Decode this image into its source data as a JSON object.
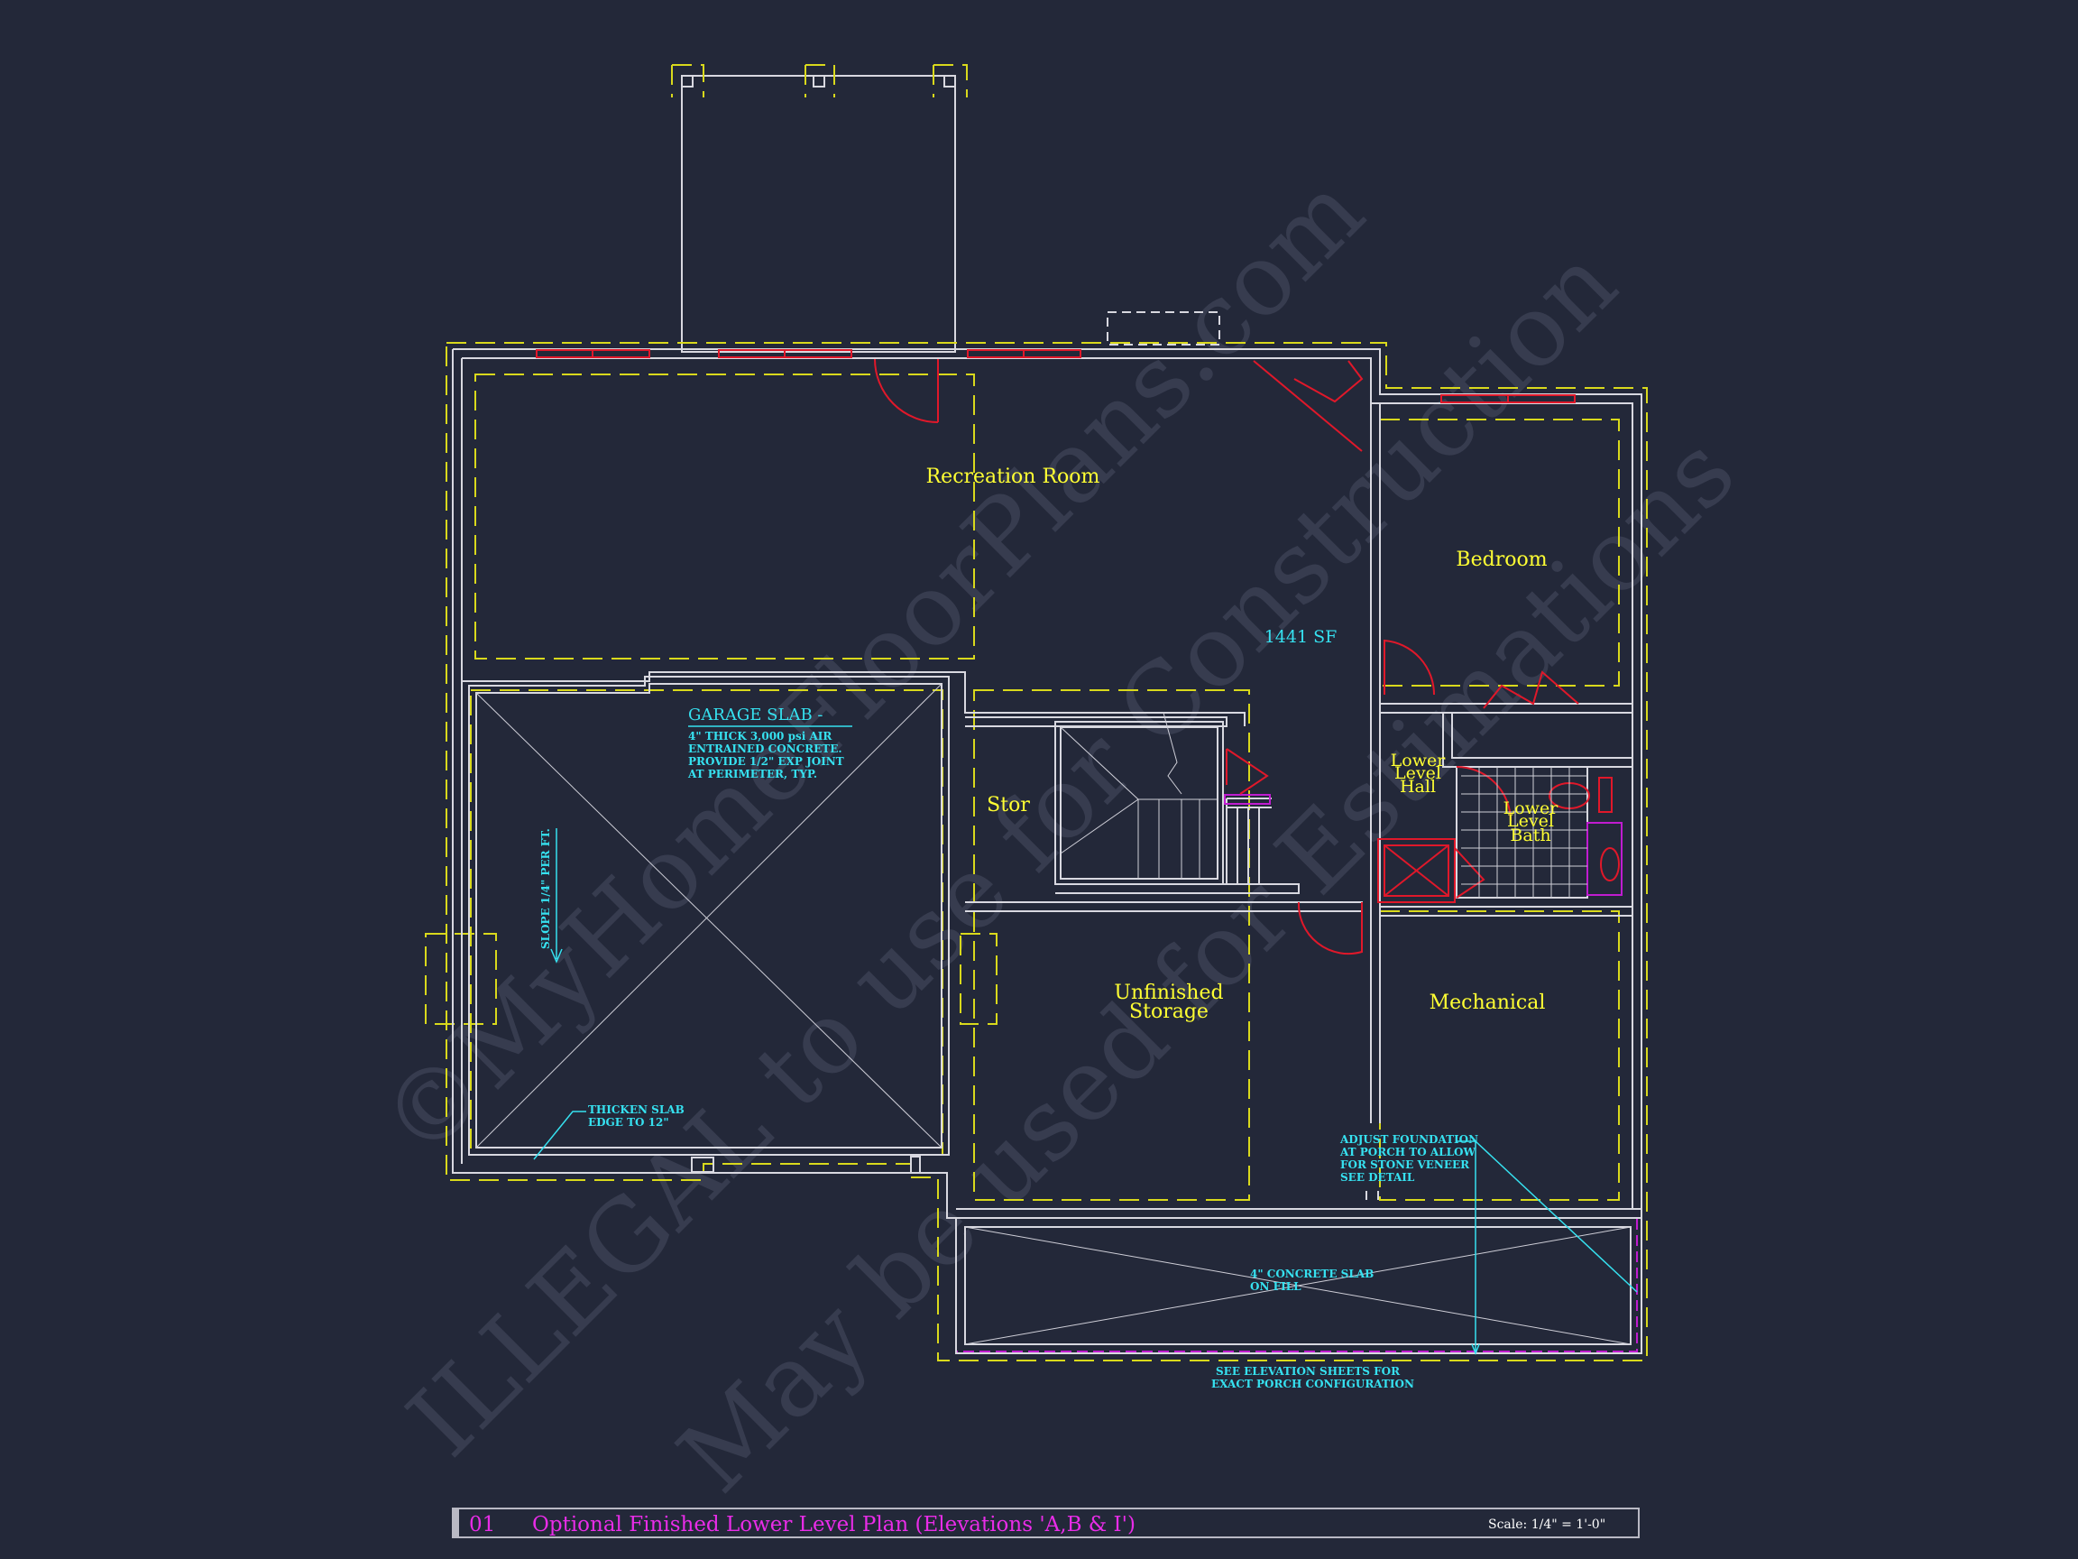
{
  "rooms": {
    "recreation": "Recreation  Room",
    "bedroom": "Bedroom",
    "stor": "Stor",
    "hall": [
      "Lower",
      "Level",
      "Hall"
    ],
    "bath": [
      "Lower",
      "Level",
      "Bath"
    ],
    "unfinished": [
      "Unfinished",
      "Storage"
    ],
    "mechanical": "Mechanical"
  },
  "area": "1441  SF",
  "notes": {
    "garage_title": "GARAGE SLAB -",
    "garage_lines": [
      "4\" THICK 3,000 psi AIR",
      "ENTRAINED CONCRETE.",
      "PROVIDE 1/2\" EXP JOINT",
      "AT PERIMETER, TYP."
    ],
    "slope": "SLOPE 1/4\" PER FT.",
    "thicken": [
      "THICKEN SLAB",
      "EDGE TO 12\""
    ],
    "adjust": [
      "ADJUST FOUNDATION",
      "AT PORCH TO ALLOW",
      "FOR STONE VENEER",
      "SEE DETAIL"
    ],
    "porch_slab": [
      "4\" CONCRETE SLAB",
      "ON FILL"
    ],
    "elevation": [
      "SEE ELEVATION SHEETS FOR",
      "EXACT PORCH CONFIGURATION"
    ]
  },
  "watermark": {
    "line1": "©MyHomeFloorPlans.com",
    "line2": "ILLEGAL to use for Construction",
    "line3": "May be used for Estimations"
  },
  "title_block": {
    "number": "01",
    "title": "Optional  Finished  Lower  Level  Plan  (Elevations  'A,B  &  I')",
    "scale": "Scale:  1/4\"  =  1'-0\""
  },
  "colors": {
    "background": "#232839",
    "room_label": "#ffff33",
    "note": "#36e1f0",
    "wall": "#d8d8e0",
    "foundation_dash": "#d9d91c",
    "window_door": "#e0182a",
    "title": "#e92ce8"
  }
}
